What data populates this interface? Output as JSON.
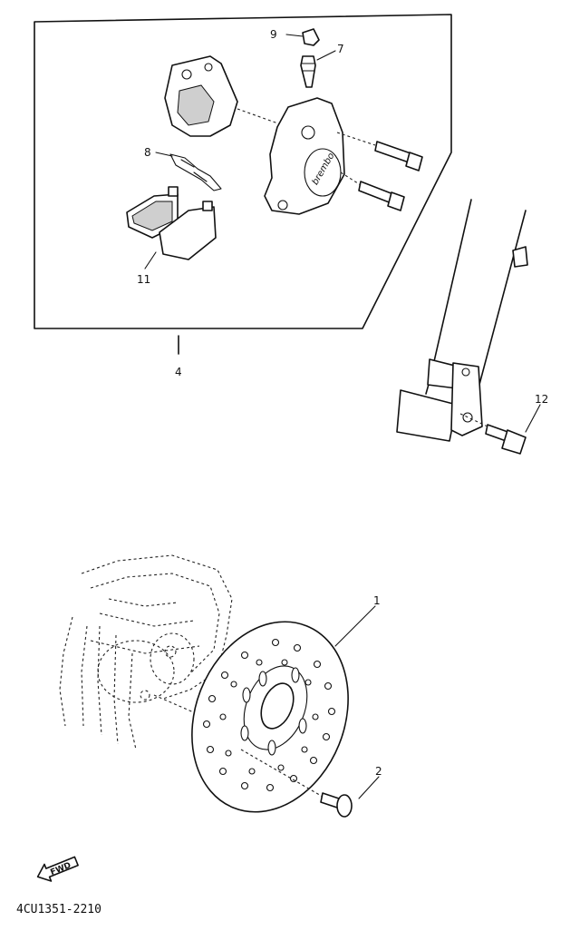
{
  "callouts": {
    "c1": "1",
    "c2": "2",
    "c4": "4",
    "c7": "7",
    "c8": "8",
    "c9": "9",
    "c11": "11",
    "c12": "12"
  },
  "fwd_label": "FWD",
  "diagram_code": "4CU1351-2210",
  "caliper_logo": "brembo"
}
